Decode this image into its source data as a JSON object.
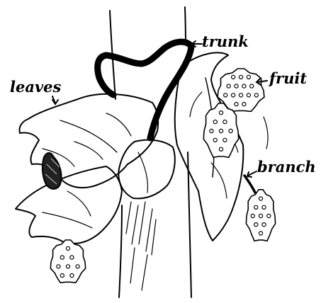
{
  "labels": {
    "trunk": "trunk",
    "fruit": "fruit",
    "leaves": "leaves",
    "branch": "branch"
  },
  "colors": {
    "ink": "#000000",
    "paper": "#ffffff"
  }
}
